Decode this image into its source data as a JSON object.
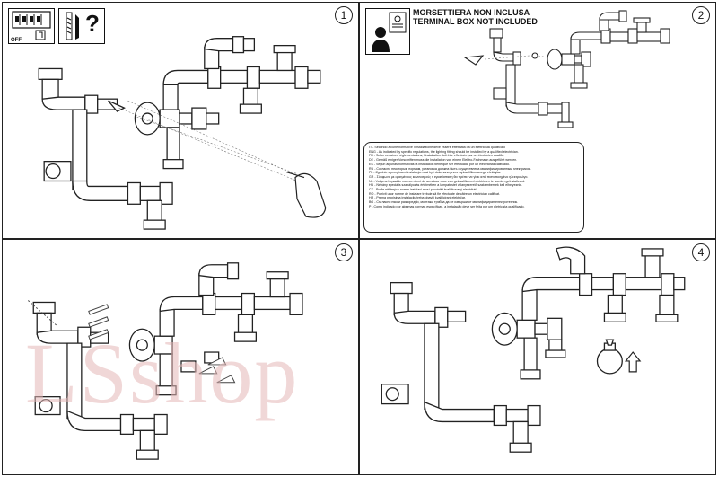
{
  "panels": [
    {
      "step": "1"
    },
    {
      "step": "2"
    },
    {
      "step": "3"
    },
    {
      "step": "4"
    }
  ],
  "icons": {
    "off_label": "OFF",
    "question": "?"
  },
  "warning": {
    "line1": "MORSETTIERA NON INCLUSA",
    "line2": "TERMINAL BOX NOT INCLUDED"
  },
  "notice_lines": [
    "IT - Secondo alcune normative l'installazione deve essere effettuata da un elettricista qualificato",
    "ENG - As indicated by specific regulations, the lighting fitting should be installed by a qualified electrician.",
    "FR - Selon certaines réglementations, l'installation doit être effectuée par un électricien qualifié.",
    "DE - Gemäß einiger Vorschriften muss die Installation von einem Elektro-Fachmann ausgeführt werden.",
    "ES - Según algunas normativas la instalación tiene que ser efectuada por un electricista calificado.",
    "RU - Согласно некоторым нормам, установка должна быть осуществлена квалифицированным электриком.",
    "PL - Zgodnie z przepisami instalacja musi być dokonana przez wykwalifikowanego elektryka.",
    "GR - Σύμφωνα με ορισμένους κανονισμούς η εγκατάσταση θα πρέπει να γίνει από πιστοποιημένο ηλεκτρολόγο.",
    "NL - Volgens bepaalde normen dient de armatuur door een gekwalificeerd elektricien te worden geïnstalleerd.",
    "HU - Néhány speciális szabályozás értelmében a lámpatestet villanyszerelő szakembernek kell elhelyeznie.",
    "CZ - Podle některých norem instalaci musí provádět kvalifikovaný elektrikář.",
    "RO - Potrivit unor norme de instalare trebuie să fie efectuate de către un electrician calificat.",
    "HR - Prema propisima instalaciju treba obaviti kvalificirani električar.",
    "BG - Съгласно някои разпоредби, монтажа трябва да се извърши от квалифициран електротехник.",
    "P - Como indicado por algumas normas específicas, a instalação deve ser feita por um eletricista qualificado."
  ],
  "watermark": "LSshop",
  "colors": {
    "line": "#222222",
    "watermark": "#e5b7b7"
  }
}
